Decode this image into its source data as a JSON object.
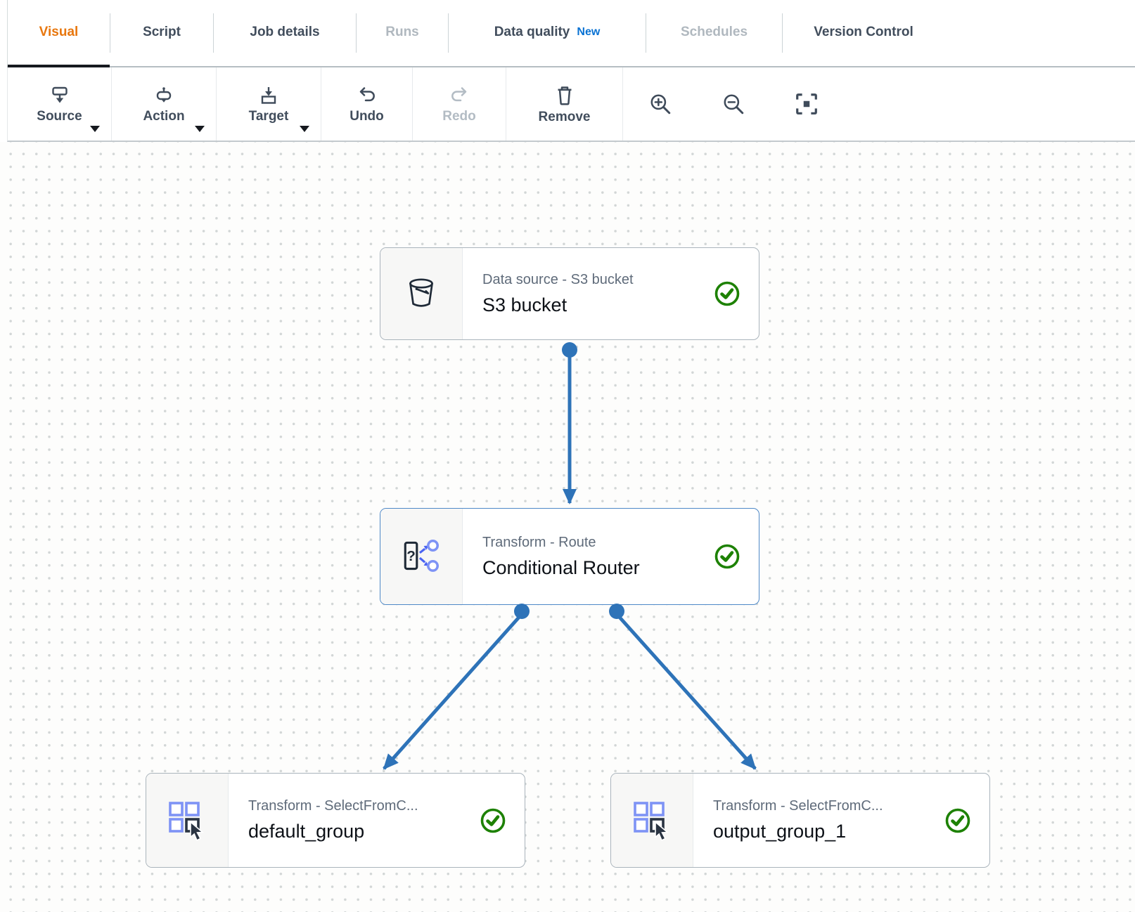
{
  "tabs": [
    {
      "label": "Visual",
      "state": "active"
    },
    {
      "label": "Script",
      "state": "default"
    },
    {
      "label": "Job details",
      "state": "default"
    },
    {
      "label": "Runs",
      "state": "disabled"
    },
    {
      "label": "Data quality",
      "state": "default",
      "badge": "New"
    },
    {
      "label": "Schedules",
      "state": "disabled"
    },
    {
      "label": "Version Control",
      "state": "default"
    }
  ],
  "toolbar": {
    "source": "Source",
    "action": "Action",
    "target": "Target",
    "undo": "Undo",
    "redo": "Redo",
    "remove": "Remove",
    "zoom_in_icon": "magnifier-plus",
    "zoom_out_icon": "magnifier-minus",
    "fit_view_icon": "fit-to-screen"
  },
  "canvas": {
    "nodes": [
      {
        "type_label": "Data source - S3 bucket",
        "name": "S3 bucket",
        "icon": "s3-bucket-icon",
        "status": "valid",
        "selected": false
      },
      {
        "type_label": "Transform - Route",
        "name": "Conditional Router",
        "icon": "route-icon",
        "status": "valid",
        "selected": true
      },
      {
        "type_label": "Transform - SelectFromC...",
        "name": "default_group",
        "icon": "select-from-collection-icon",
        "status": "valid",
        "selected": false
      },
      {
        "type_label": "Transform - SelectFromC...",
        "name": "output_group_1",
        "icon": "select-from-collection-icon",
        "status": "valid",
        "selected": false
      }
    ],
    "edges": [
      {
        "from": "S3 bucket",
        "to": "Conditional Router"
      },
      {
        "from": "Conditional Router",
        "to": "default_group"
      },
      {
        "from": "Conditional Router",
        "to": "output_group_1"
      }
    ]
  },
  "colors": {
    "accent_orange": "#e8770e",
    "link_blue": "#0972d3",
    "edge_blue": "#2e73b8",
    "node_icon_blue": "#7e93f5",
    "success_green": "#1d8102",
    "ink": "#16191f",
    "muted": "#5f6b7a",
    "disabled": "#b0b8bf"
  }
}
